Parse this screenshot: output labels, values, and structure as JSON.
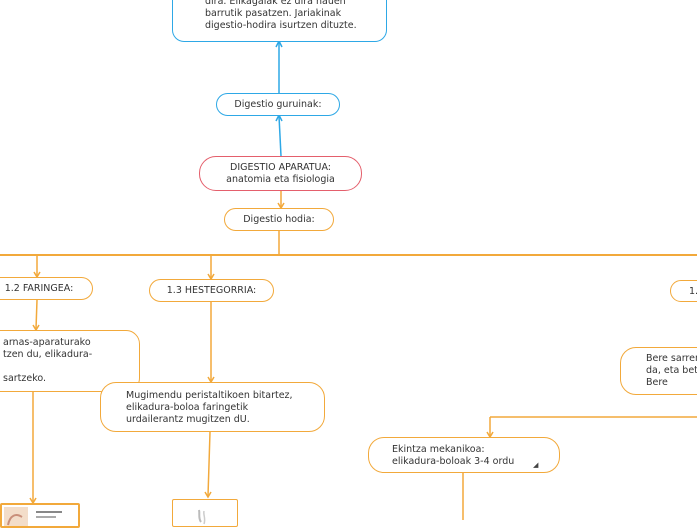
{
  "nodes": {
    "top_note": "dira. Elikagaiak ez dira hauen\nbarrutik pasatzen. Jariakinak\ndigestio-hodira isurtzen dituzte.",
    "glands": "Digestio guruinak:",
    "root": "DIGESTIO APARATUA:\nanatomia eta fisiologia",
    "tube": "Digestio hodia:",
    "pharynx": "1.2 FARINGEA:",
    "pharynx_note": "arnas-aparaturako\ntzen du, elikadura-\n\nsartzeko.",
    "esophagus": "1.3 HESTEGORRIA:",
    "esophagus_note": "Mugimendu peristaltikoen bitartez,\nelikadura-boloa faringetik\nurdailerantz mugitzen dU.",
    "mechanical": "Ekintza mekanikoa:\nelikadura-boloak 3-4 ordu",
    "right_label": "1.",
    "right_note": "Bere sarren\nda, eta bet\nBere"
  },
  "colors": {
    "blue": "#2ea8e6",
    "red": "#e45f6c",
    "orange": "#f2a93b"
  }
}
